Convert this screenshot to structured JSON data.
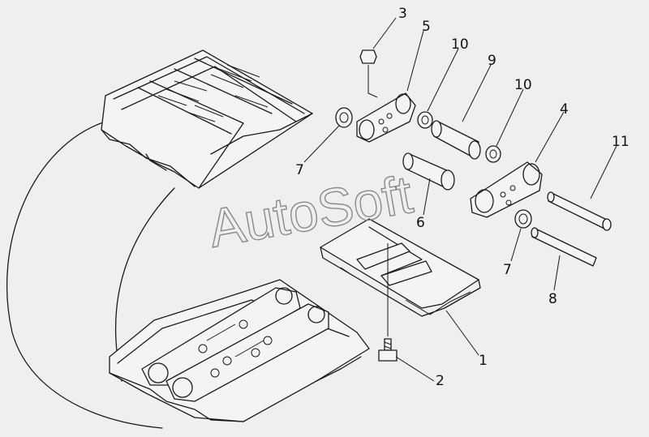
{
  "watermark": "AutoSoft",
  "callouts": [
    {
      "id": "c1",
      "text": "1"
    },
    {
      "id": "c2",
      "text": "2"
    },
    {
      "id": "c3",
      "text": "3"
    },
    {
      "id": "c4",
      "text": "4"
    },
    {
      "id": "c5",
      "text": "5"
    },
    {
      "id": "c6",
      "text": "6"
    },
    {
      "id": "c7a",
      "text": "7"
    },
    {
      "id": "c7b",
      "text": "7"
    },
    {
      "id": "c8",
      "text": "8"
    },
    {
      "id": "c9",
      "text": "9"
    },
    {
      "id": "c10a",
      "text": "10"
    },
    {
      "id": "c10b",
      "text": "10"
    },
    {
      "id": "c11",
      "text": "11"
    }
  ]
}
